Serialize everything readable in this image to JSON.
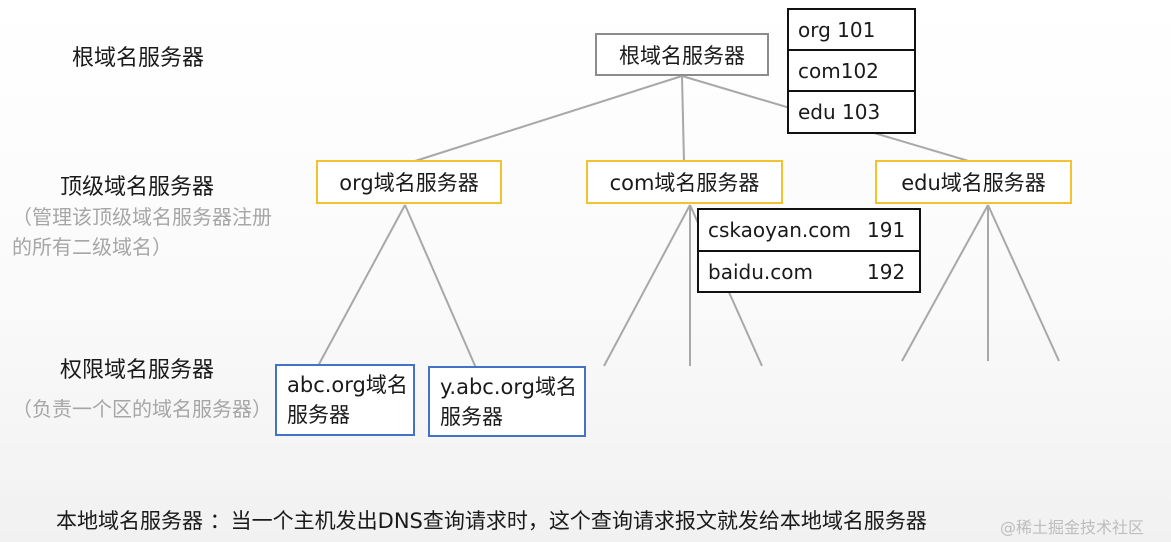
{
  "levels": {
    "root": "根域名服务器",
    "tld": "顶级域名服务器",
    "tld_note": "（管理该顶级域名服务器注册的所有二级域名）",
    "authoritative": "权限域名服务器",
    "authoritative_note": "（负责一个区的域名服务器）"
  },
  "nodes": {
    "root": "根域名服务器",
    "org": "org域名服务器",
    "com": "com域名服务器",
    "edu": "edu域名服务器",
    "abc_org": "abc.org域名服务器",
    "y_abc_org": "y.abc.org域名服务器"
  },
  "root_table": [
    "org 101",
    "com102",
    "edu 103"
  ],
  "com_table": [
    {
      "domain": "cskaoyan.com",
      "value": "191"
    },
    {
      "domain": "baidu.com",
      "value": "192"
    }
  ],
  "footer": "本地域名服务器 ：当一个主机发出DNS查询请求时，这个查询请求报文就发给本地域名服务器",
  "watermark": "@稀土掘金技术社区"
}
